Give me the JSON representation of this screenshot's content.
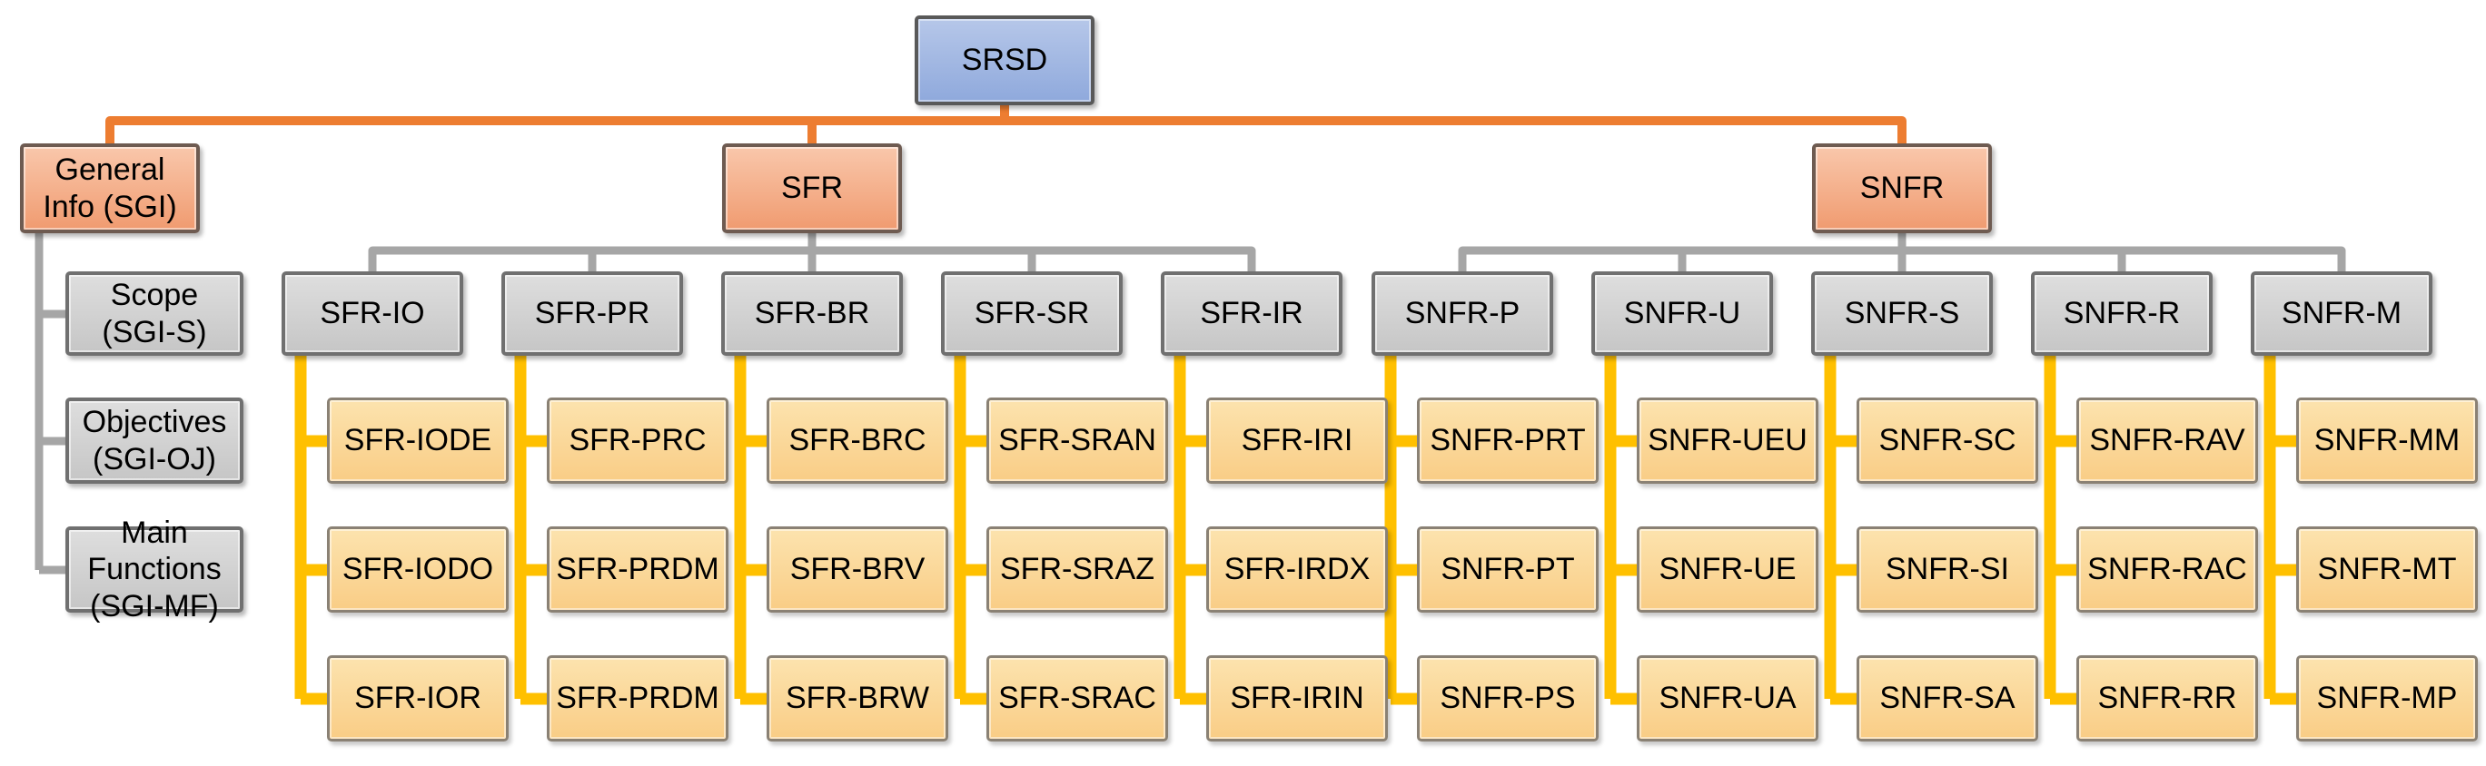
{
  "diagram": {
    "root": {
      "label": "SRSD"
    },
    "branches": [
      {
        "id": "sgi",
        "label": "General Info (SGI)",
        "children": [
          {
            "label": "Scope (SGI-S)"
          },
          {
            "label": "Objectives (SGI-OJ)"
          },
          {
            "label": "Main Functions (SGI-MF)"
          }
        ]
      },
      {
        "id": "sfr",
        "label": "SFR",
        "groups": [
          {
            "label": "SFR-IO",
            "leaves": [
              "SFR-IODE",
              "SFR-IODO",
              "SFR-IOR"
            ]
          },
          {
            "label": "SFR-PR",
            "leaves": [
              "SFR-PRC",
              "SFR-PRDM",
              "SFR-PRDM"
            ]
          },
          {
            "label": "SFR-BR",
            "leaves": [
              "SFR-BRC",
              "SFR-BRV",
              "SFR-BRW"
            ]
          },
          {
            "label": "SFR-SR",
            "leaves": [
              "SFR-SRAN",
              "SFR-SRAZ",
              "SFR-SRAC"
            ]
          },
          {
            "label": "SFR-IR",
            "leaves": [
              "SFR-IRI",
              "SFR-IRDX",
              "SFR-IRIN"
            ]
          }
        ]
      },
      {
        "id": "snfr",
        "label": "SNFR",
        "groups": [
          {
            "label": "SNFR-P",
            "leaves": [
              "SNFR-PRT",
              "SNFR-PT",
              "SNFR-PS"
            ]
          },
          {
            "label": "SNFR-U",
            "leaves": [
              "SNFR-UEU",
              "SNFR-UE",
              "SNFR-UA"
            ]
          },
          {
            "label": "SNFR-S",
            "leaves": [
              "SNFR-SC",
              "SNFR-SI",
              "SNFR-SA"
            ]
          },
          {
            "label": "SNFR-R",
            "leaves": [
              "SNFR-RAV",
              "SNFR-RAC",
              "SNFR-RR"
            ]
          },
          {
            "label": "SNFR-M",
            "leaves": [
              "SNFR-MM",
              "SNFR-MT",
              "SNFR-MP"
            ]
          }
        ]
      }
    ],
    "colors": {
      "background": "#ffffff",
      "text": "#000000",
      "connector_orange": "#ED7D31",
      "connector_gray": "#A6A6A6",
      "connector_gold": "#FFC000",
      "root_fill_top": "#b6c7e9",
      "root_fill_bottom": "#8fa9dc",
      "root_border": "#595959",
      "level1_fill_top": "#f9c7ab",
      "level1_fill_bottom": "#f09b70",
      "level1_border": "#6e5b51",
      "level2_fill_top": "#dedede",
      "level2_fill_bottom": "#c6c6c6",
      "level2_border": "#707070",
      "leaf_fill_top": "#fce3ae",
      "leaf_fill_bottom": "#f9cd86",
      "leaf_border": "#8a8174"
    }
  }
}
